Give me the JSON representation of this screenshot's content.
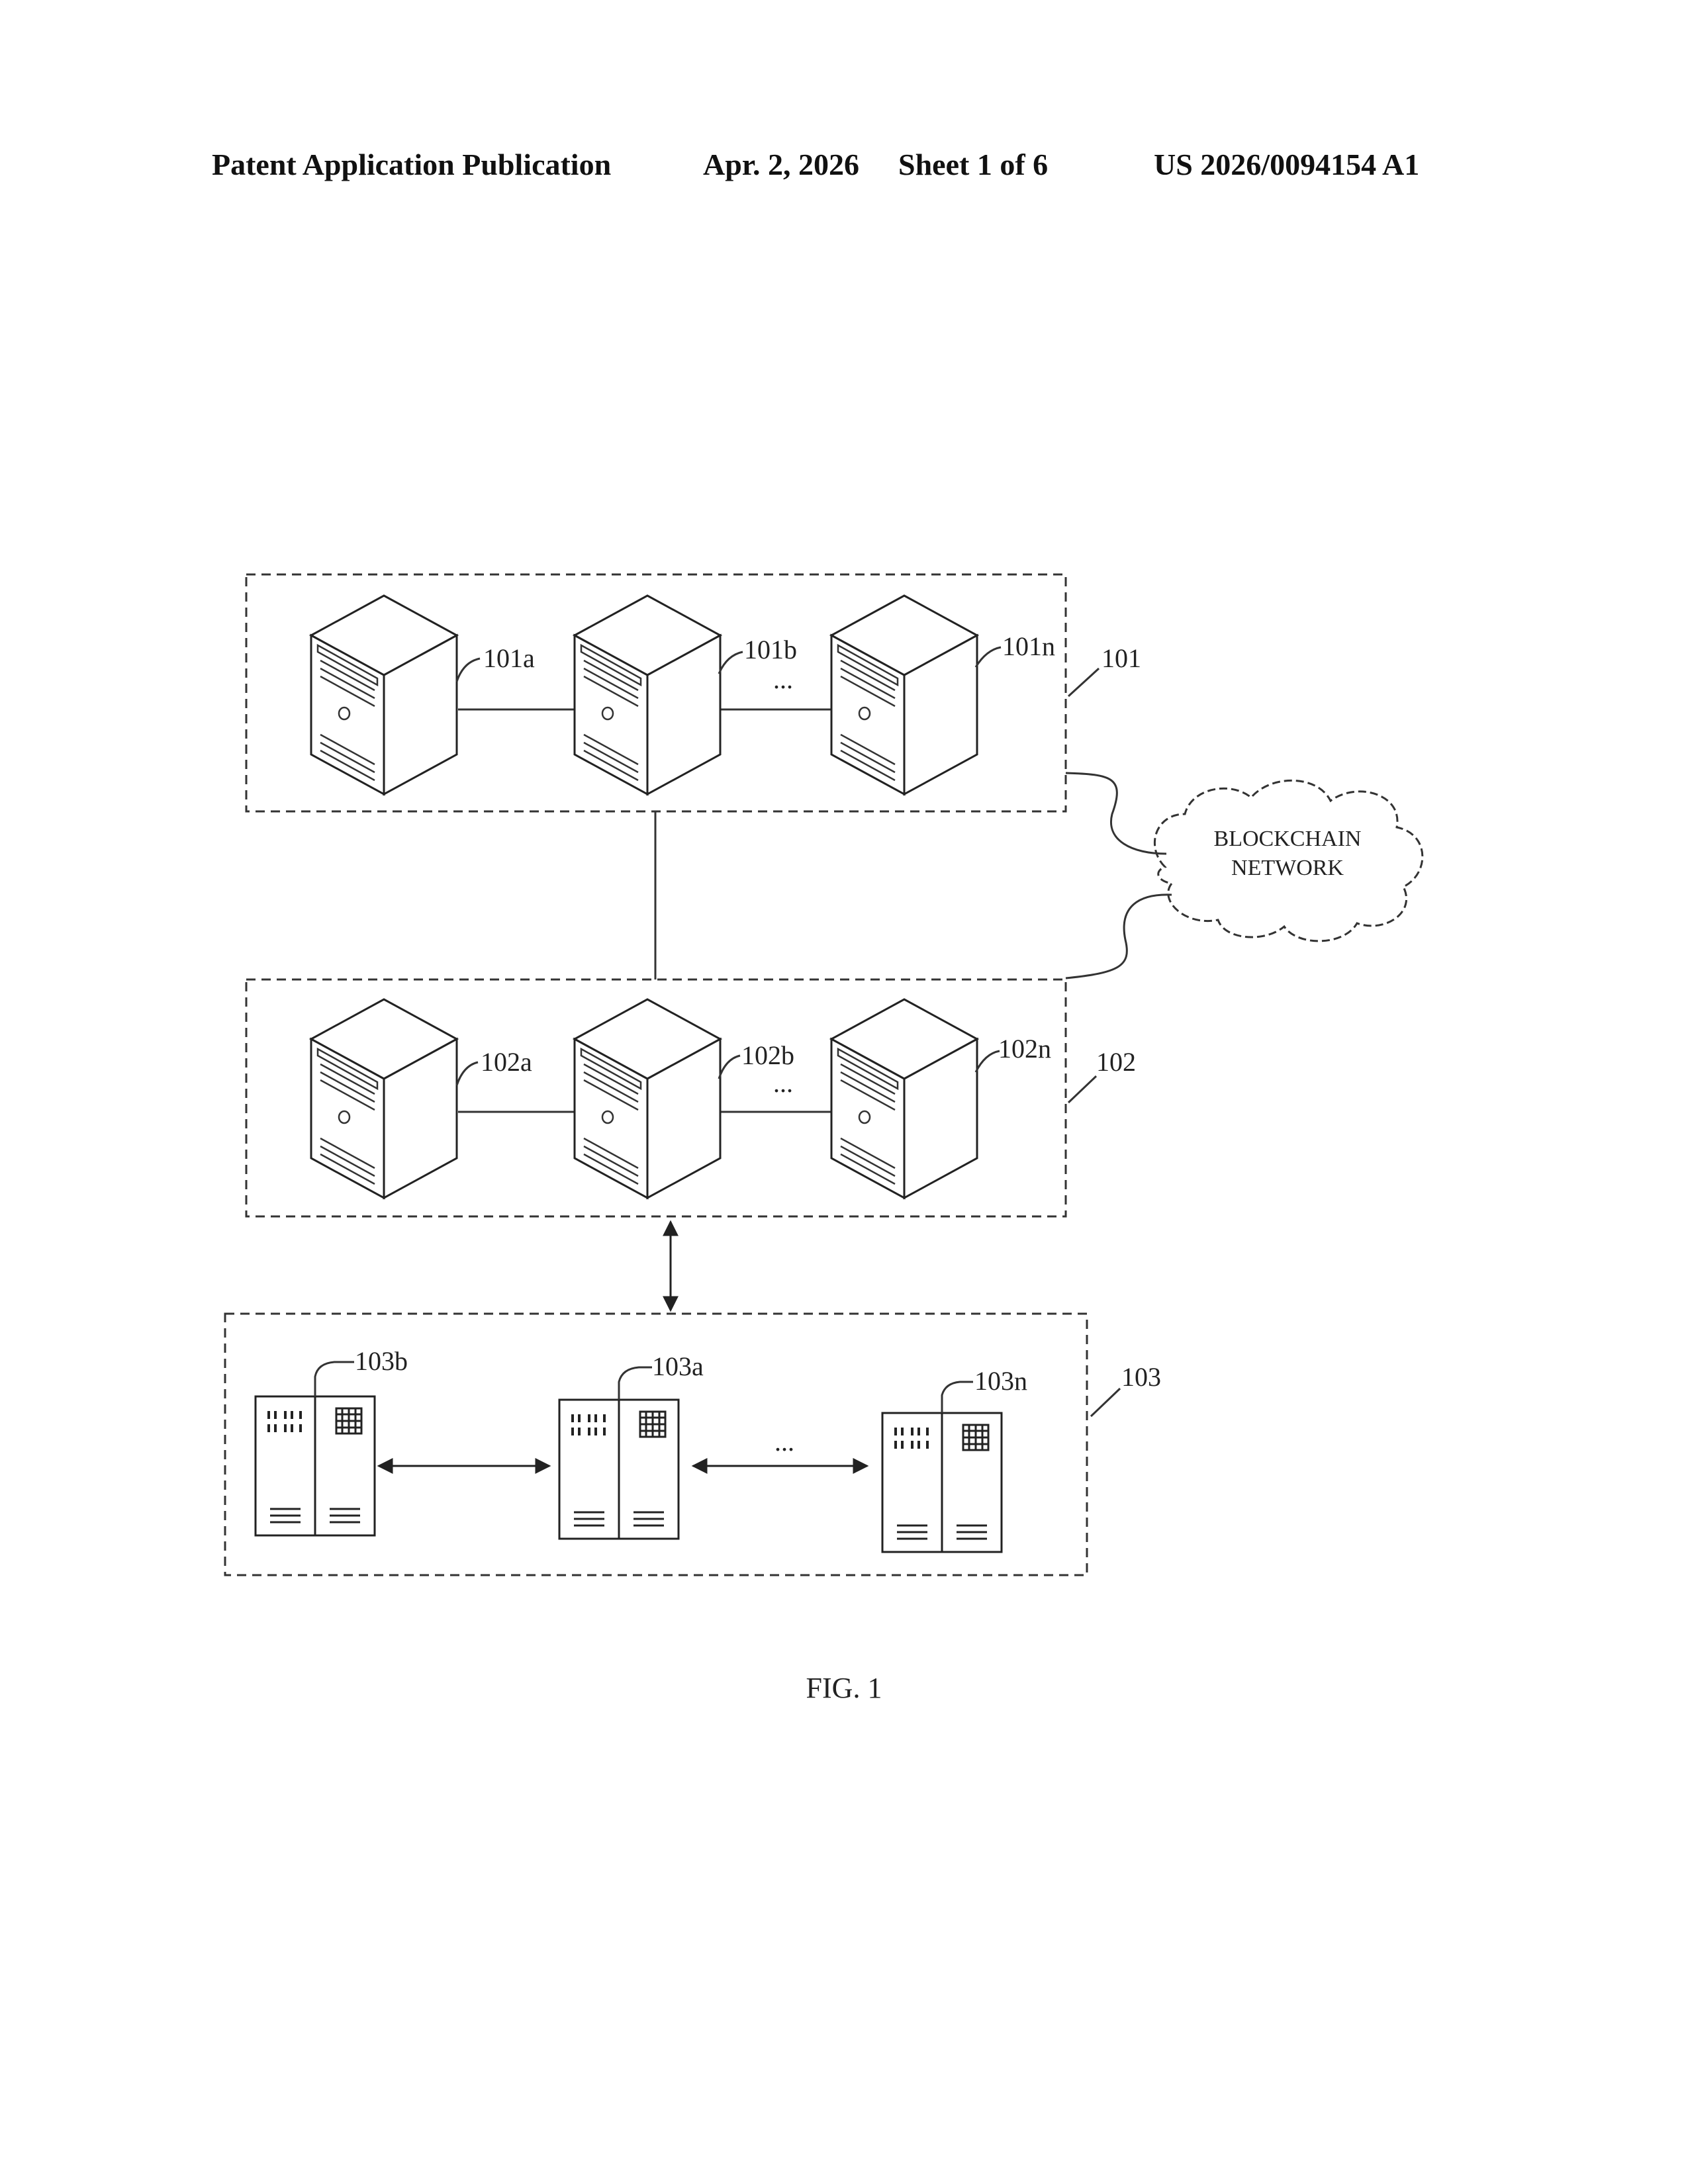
{
  "header": {
    "left": "Patent Application Publication",
    "date": "Apr. 2, 2026",
    "sheet": "Sheet 1 of 6",
    "number": "US 2026/0094154 A1"
  },
  "groups": {
    "g101": {
      "label": "101",
      "servers": [
        "101a",
        "101b",
        "101n"
      ],
      "ellipsis": "..."
    },
    "g102": {
      "label": "102",
      "servers": [
        "102a",
        "102b",
        "102n"
      ],
      "ellipsis": "..."
    },
    "g103": {
      "label": "103",
      "cabinets": [
        "103b",
        "103a",
        "103n"
      ],
      "ellipsis": "..."
    }
  },
  "cloud": {
    "line1": "BLOCKCHAIN",
    "line2": "NETWORK"
  },
  "figure_label": "FIG. 1"
}
